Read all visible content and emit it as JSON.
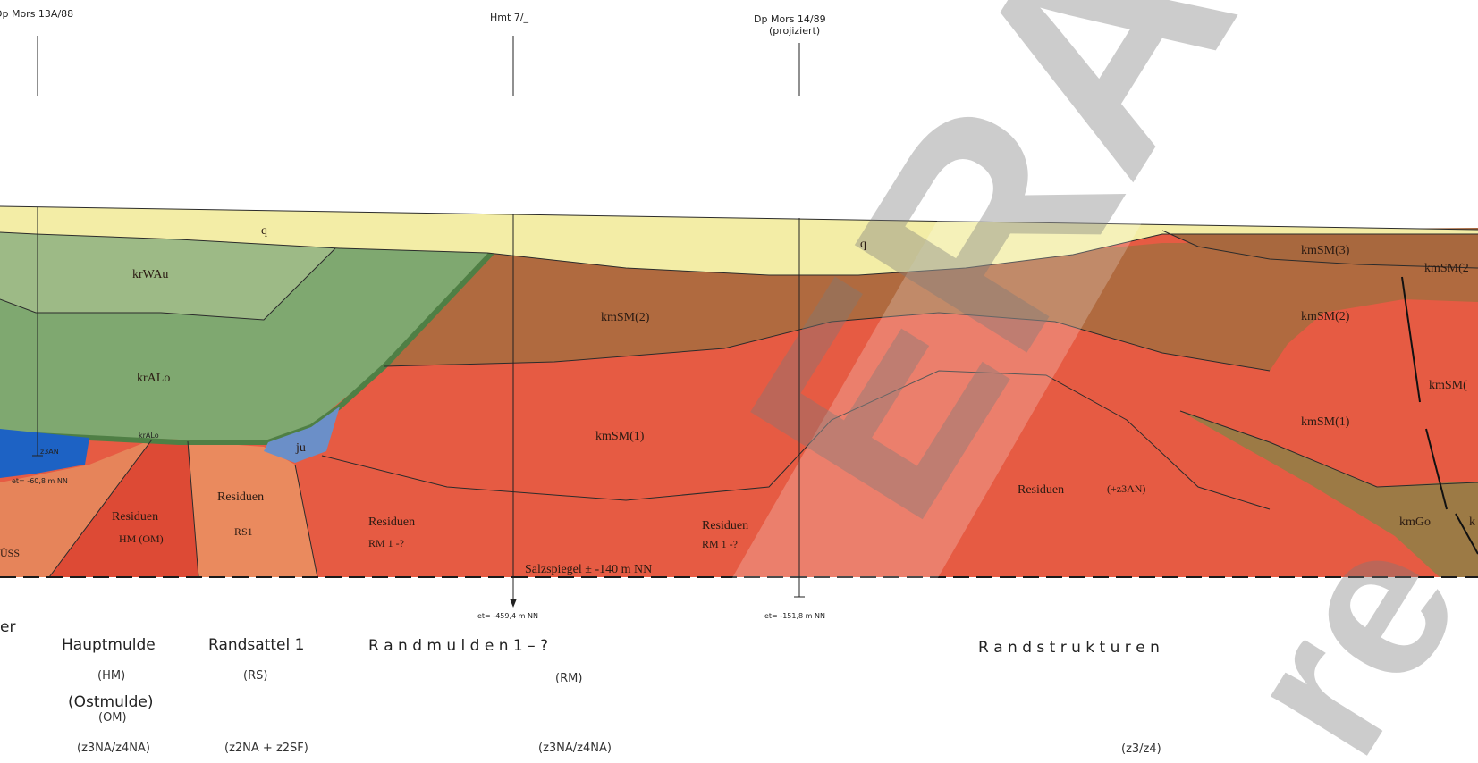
{
  "boreholes": [
    {
      "name": "Dp Mors 13A/88"
    },
    {
      "name": "Hmt 7/_"
    },
    {
      "name": "Dp Mors 14/89",
      "note": "(projiziert)"
    }
  ],
  "end_depths": [
    "et= -60,8 m NN",
    "et= -459,4 m NN",
    "et= -151,8 m NN"
  ],
  "units": {
    "q": "q",
    "krWAu": "krWAu",
    "krALo": "krALo",
    "krALo_small": "krALo",
    "z3AN": "z3AN",
    "ju": "ju",
    "kmSM3": "kmSM(3)",
    "kmSM2": "kmSM(2)",
    "kmSM1": "kmSM(1)",
    "kmSM_cut2": "kmSM(2",
    "kmSM_cut1": "kmSM(",
    "kmGo": "kmGo",
    "k_cut": "k",
    "residuen": "Residuen",
    "hm_om": "HM (OM)",
    "rs1": "RS1",
    "rm1": "RM 1 -?",
    "z3an_paren": "(+z3AN)",
    "uss": "ÜSS"
  },
  "salt_level": "Salzspiegel ± -140 m NN",
  "zones": {
    "er_cut": "er",
    "hauptmulde": "Hauptmulde",
    "hm": "(HM)",
    "ostmulde": "(Ostmulde)",
    "om": "(OM)",
    "hm_formula": "(z3NA/z4NA)",
    "randsattel": "Randsattel 1",
    "rs": "(RS)",
    "rs_formula": "(z2NA + z2SF)",
    "randmulden": "R a n d m u l d e n 1 – ?",
    "rm": "(RM)",
    "rm_formula": "(z3NA/z4NA)",
    "randstrukturen": "R a n d s t r u k t u r e n",
    "rst_formula": "(z3/z4)"
  },
  "watermark": "ERA",
  "watermark_2": "re",
  "colors": {
    "q": "#f3eda6",
    "krWAu": "#9dba86",
    "krALo": "#7fa870",
    "green_dark": "#5f8f52",
    "blue": "#1d62c4",
    "ju": "#6b8fc8",
    "brown": "#b06a3f",
    "red": "#e65b43",
    "red_dark": "#d9432f",
    "salmon": "#e88258",
    "olive": "#9c7a45",
    "kmSM3": "#a8683e"
  }
}
